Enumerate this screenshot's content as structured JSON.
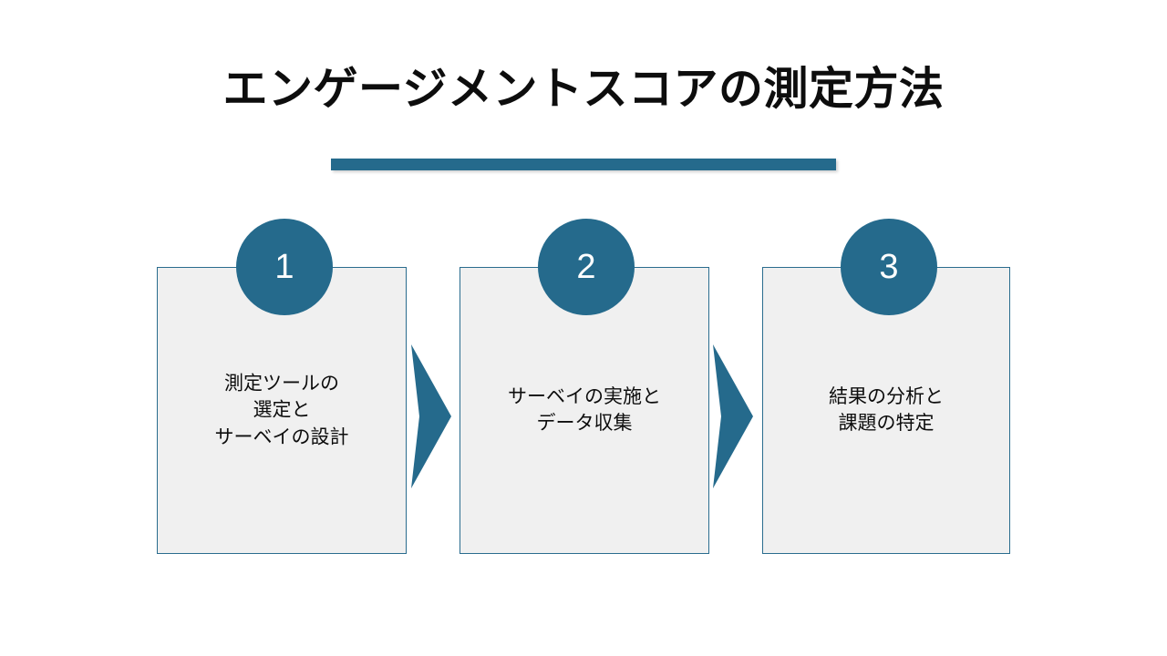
{
  "slide": {
    "title": "エンゲージメントスコアの測定方法",
    "accent_color": "#256A8C",
    "box_fill_color": "#F0F0F0",
    "box_border_color": "#2A6C8E",
    "background_color": "#FFFFFF",
    "title_color": "#0D0D0D"
  },
  "steps": [
    {
      "number": "1",
      "lines": [
        "測定ツールの",
        "選定と",
        "サーベイの設計"
      ]
    },
    {
      "number": "2",
      "lines": [
        "サーベイの実施と",
        "データ収集"
      ]
    },
    {
      "number": "3",
      "lines": [
        "結果の分析と",
        "課題の特定"
      ]
    }
  ],
  "arrows": [
    {
      "name": "chevron-right-icon"
    },
    {
      "name": "chevron-right-icon"
    }
  ]
}
